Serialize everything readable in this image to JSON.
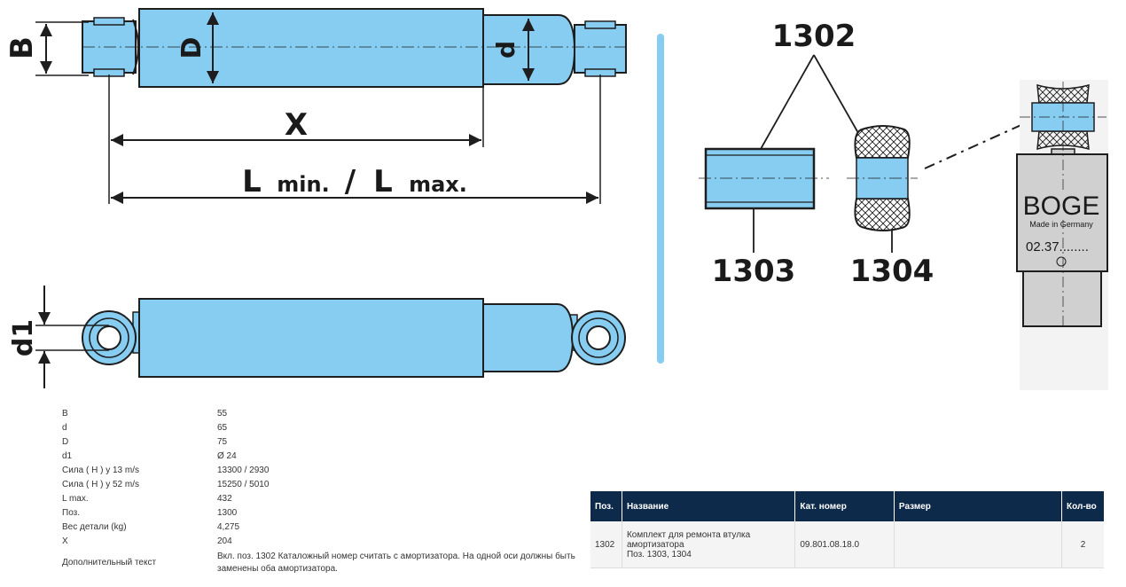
{
  "diagram": {
    "dimensions": {
      "B": "B",
      "D": "D",
      "d": "d",
      "X": "X",
      "L": "L",
      "min": "min.",
      "slash": "/",
      "max": "max.",
      "d1": "d1"
    },
    "callouts": {
      "p1302": "1302",
      "p1303": "1303",
      "p1304": "1304"
    },
    "boge": {
      "brand": "BOGE",
      "made_in": "Made in Germany",
      "code": "02.37........"
    },
    "colors": {
      "body": "#87cdf2",
      "outline": "#1e1e1e",
      "divider": "#87cdf2",
      "boge_gray": "#d0d0d0"
    }
  },
  "specs": [
    {
      "label": "B",
      "value": "55"
    },
    {
      "label": "d",
      "value": "65"
    },
    {
      "label": "D",
      "value": "75"
    },
    {
      "label": "d1",
      "value": "Ø 24"
    },
    {
      "label": "Сила ( Н ) у 13 m/s",
      "value": "13300 / 2930"
    },
    {
      "label": "Сила ( Н ) у 52 m/s",
      "value": "15250 / 5010"
    },
    {
      "label": "L max.",
      "value": "432"
    },
    {
      "label": "Поз.",
      "value": "1300"
    },
    {
      "label": "Вес детали (kg)",
      "value": "4,275"
    },
    {
      "label": "X",
      "value": "204"
    }
  ],
  "extra_text": {
    "label": "Дополнительный текст",
    "value": "Вкл. поз. 1302 Каталожный номер считать с амортизатора. На одной оси должны быть заменены оба амортизатора."
  },
  "parts_table": {
    "headers": {
      "pos": "Поз.",
      "name": "Название",
      "catalog": "Кат. номер",
      "size": "Размер",
      "qty": "Кол-во"
    },
    "rows": [
      {
        "pos": "1302",
        "name": "Комплект для ремонта втулка амортизатора",
        "name_sub": "Поз. 1303, 1304",
        "catalog": "09.801.08.18.0",
        "size": "",
        "qty": "2"
      }
    ]
  }
}
